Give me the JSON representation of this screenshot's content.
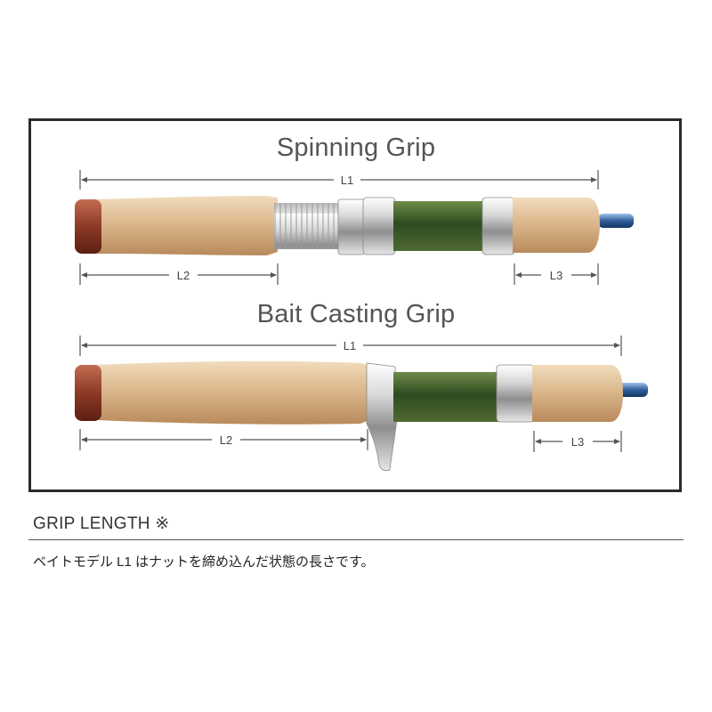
{
  "spinning": {
    "title": "Spinning Grip",
    "l1": "L1",
    "l2": "L2",
    "l3": "L3"
  },
  "bait": {
    "title": "Bait Casting Grip",
    "l1": "L1",
    "l2": "L2",
    "l3": "L3"
  },
  "caption": {
    "heading": "GRIP LENGTH ※",
    "note": "ベイトモデル L1 はナットを締め込んだ状態の長さです。"
  },
  "colors": {
    "cork": "#d9b48a",
    "butt_cap": "#8a3a28",
    "metal": "#d4d4d4",
    "reel_seat": "#3f5a2c",
    "blank": "#2f5f9c",
    "dimension_line": "#555555",
    "frame": "#2b2b2b"
  }
}
